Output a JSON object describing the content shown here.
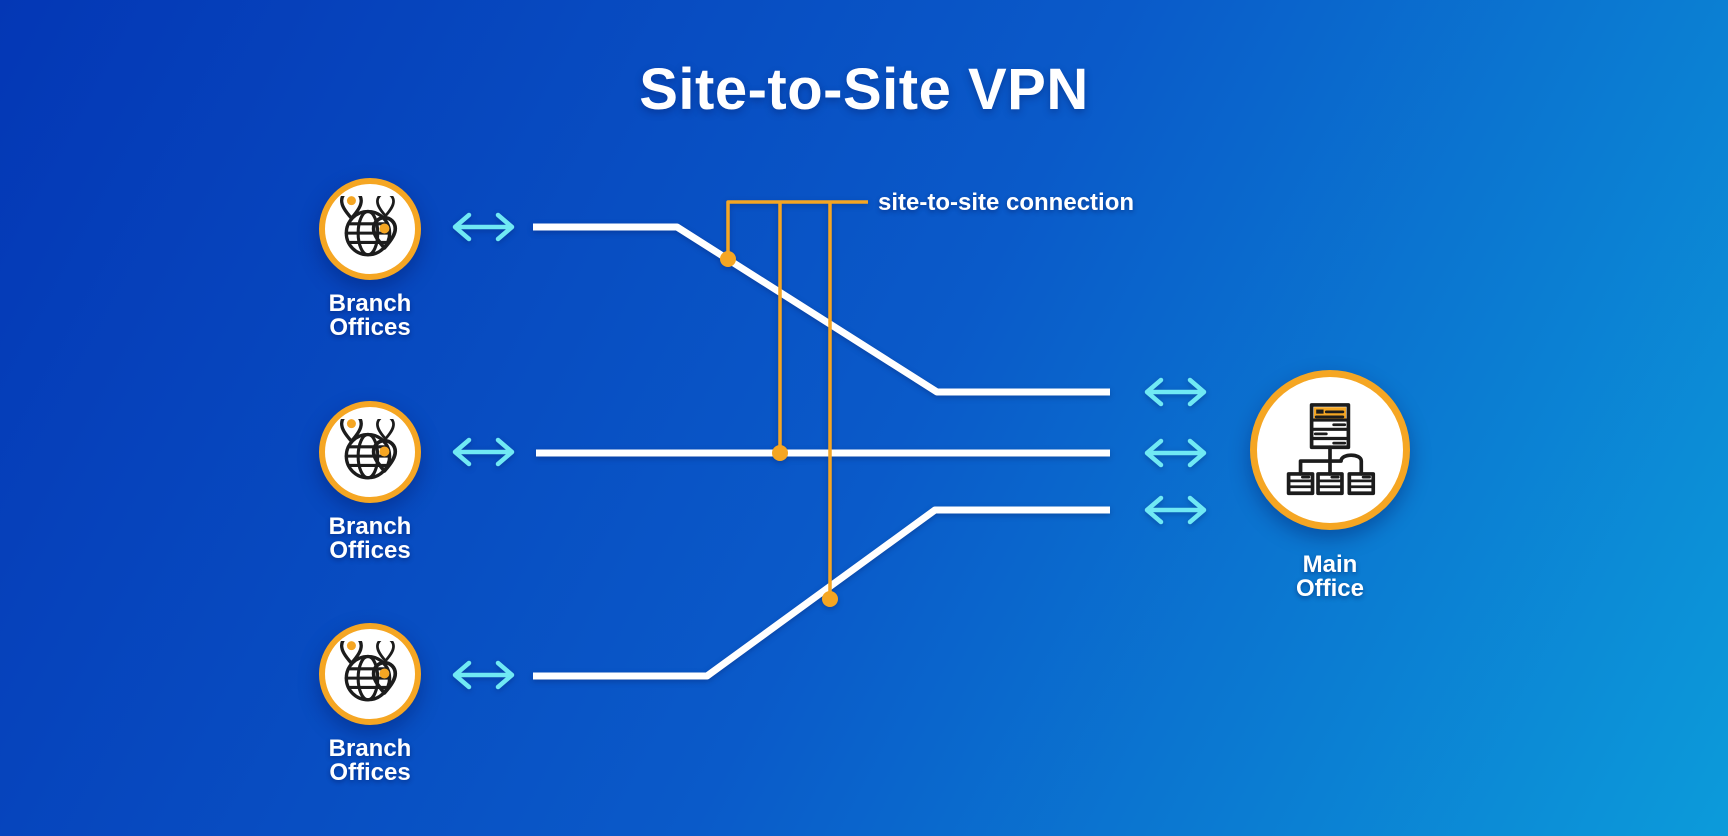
{
  "title": "Site-to-Site VPN",
  "nodes": {
    "branches": [
      {
        "label": "Branch\nOffices",
        "icon": "globe-locations-icon"
      },
      {
        "label": "Branch\nOffices",
        "icon": "globe-locations-icon"
      },
      {
        "label": "Branch\nOffices",
        "icon": "globe-locations-icon"
      }
    ],
    "main": {
      "label": "Main\nOffice",
      "icon": "office-network-icon"
    }
  },
  "annotation": {
    "label": "site-to-site connection"
  },
  "theme": {
    "bg-top": "#0437b5",
    "bg-mid": "#0a5ac9",
    "bg-bottom": "#0c9bda",
    "accent-orange": "#f5a623",
    "arrow-cyan": "#70e9f4",
    "line-white": "#ffffff",
    "icon-stroke": "#1c1c1c",
    "text-white": "#ffffff"
  }
}
